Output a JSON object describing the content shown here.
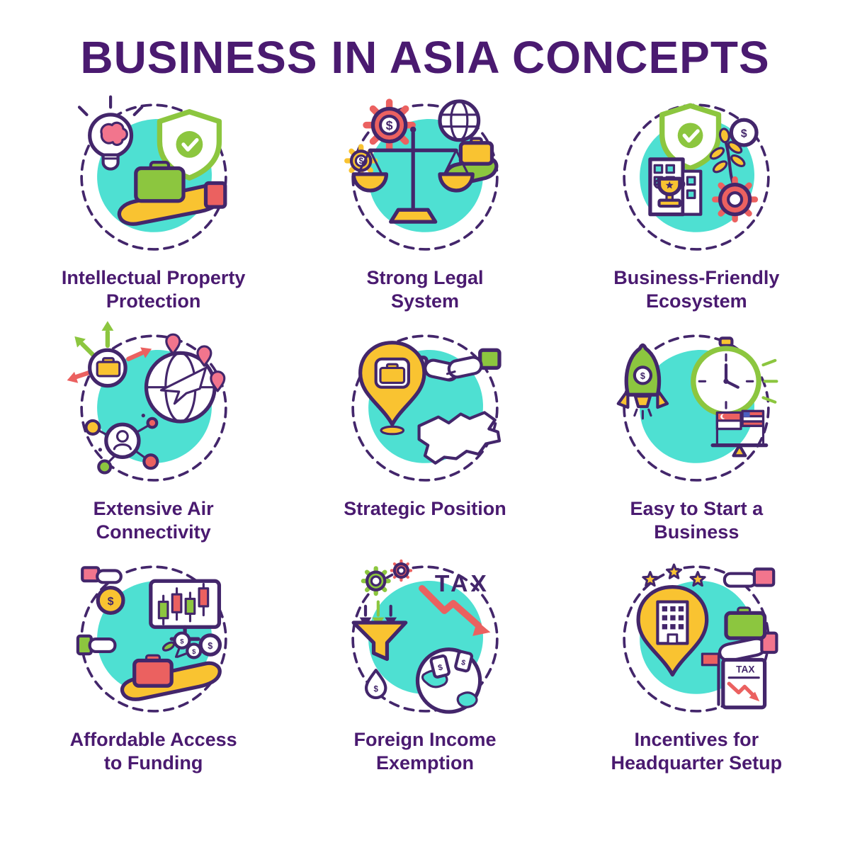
{
  "title": "BUSINESS IN ASIA CONCEPTS",
  "colors": {
    "line": "#43266b",
    "text": "#4a1a70",
    "teal": "#4ee0d2",
    "green": "#8cc63f",
    "yellow": "#f9c331",
    "red": "#eb6160",
    "pink": "#f2758d",
    "blue": "#4a5fc1"
  },
  "symbols": {
    "dollar": "$",
    "tax": "TAX",
    "check": "✓"
  },
  "concepts": [
    {
      "icon": "intellectual-property-protection",
      "label": "Intellectual Property\nProtection"
    },
    {
      "icon": "strong-legal-system",
      "label": "Strong Legal\nSystem"
    },
    {
      "icon": "business-friendly-ecosystem",
      "label": "Business-Friendly\nEcosystem"
    },
    {
      "icon": "extensive-air-connectivity",
      "label": "Extensive Air\nConnectivity"
    },
    {
      "icon": "strategic-position",
      "label": "Strategic Position"
    },
    {
      "icon": "easy-to-start-a-business",
      "label": "Easy to Start a\nBusiness"
    },
    {
      "icon": "affordable-access-to-funding",
      "label": "Affordable Access\nto Funding"
    },
    {
      "icon": "foreign-income-exemption",
      "label": "Foreign Income\nExemption"
    },
    {
      "icon": "incentives-for-headquarter-setup",
      "label": "Incentives for\nHeadquarter Setup"
    }
  ]
}
